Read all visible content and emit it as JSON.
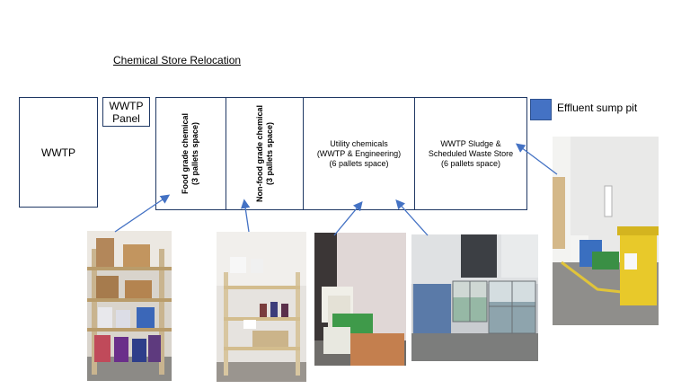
{
  "title": "Chemical Store Relocation",
  "wwtp_label": "WWTP",
  "panel_label_line1": "WWTP",
  "panel_label_line2": "Panel",
  "segments": [
    {
      "line1": "Food grade chemical",
      "line2": "(3 pallets space)"
    },
    {
      "line1": "Non-food grade chemical",
      "line2": "(3 pallets space)"
    },
    {
      "line1": "Utility chemicals",
      "line2": "(WWTP & Engineering)",
      "line3": "(6 pallets space)"
    },
    {
      "line1": "WWTP Sludge &",
      "line2": "Scheduled Waste Store",
      "line3": "(6 pallets space)"
    }
  ],
  "legend_label": "Effluent sump pit",
  "colors": {
    "border": "#1f3864",
    "accent": "#4472c4",
    "arrow": "#4472c4"
  }
}
